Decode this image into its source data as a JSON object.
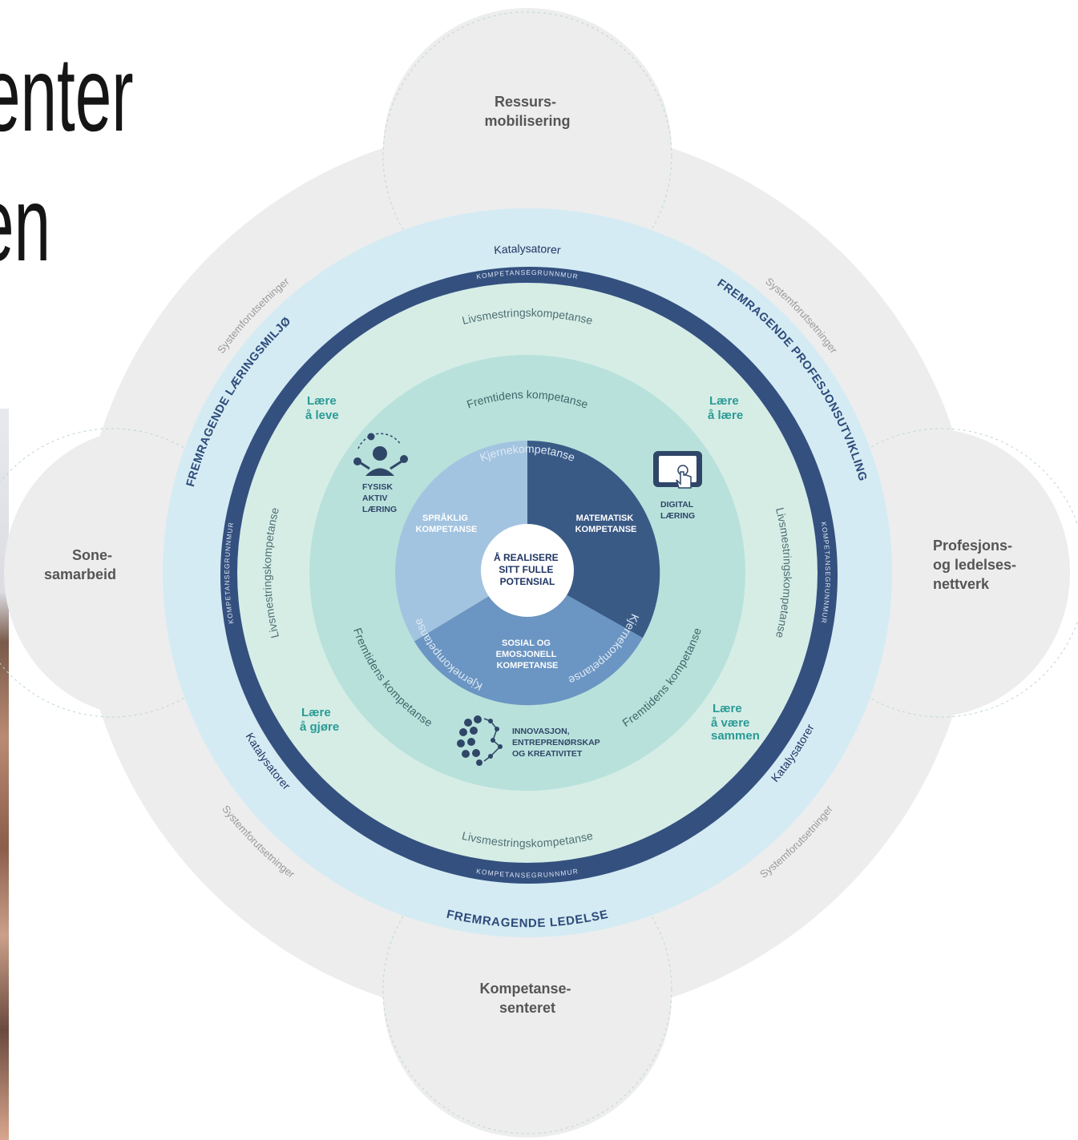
{
  "heading": {
    "line1": "enter",
    "line2": "en"
  },
  "petals": {
    "top": [
      "Ressurs-",
      "mobilisering"
    ],
    "left": [
      "Sone-",
      "samarbeid"
    ],
    "right": [
      "Profesjons-",
      "og ledelses-",
      "nettverk"
    ],
    "bottom": [
      "Kompetanse-",
      "senteret"
    ]
  },
  "outer_ring": {
    "top_left": "FREMRAGENDE LÆRINGSMILJØ",
    "top_right": "FREMRAGENDE PROFESJONSUTVIKLING",
    "bottom": "FREMRAGENDE LEDELSE"
  },
  "systemforutsetninger": "Systemforutsetninger",
  "katalysatorer": "Katalysatorer",
  "kompetansegrunnmur": "KOMPETANSEGRUNNMUR",
  "livsmestringskompetanse": "Livsmestringskompetanse",
  "fremtidens_kompetanse": "Fremtidens kompetanse",
  "kjernekompetanse": "Kjernekompetanse",
  "laere": {
    "leve": [
      "Lære",
      "å leve"
    ],
    "laere": [
      "Lære",
      "å lære"
    ],
    "gjore": [
      "Lære",
      "å gjøre"
    ],
    "sammen": [
      "Lære",
      "å være",
      "sammen"
    ]
  },
  "icons": {
    "fysisk": [
      "FYSISK",
      "AKTIV",
      "LÆRING"
    ],
    "digital": [
      "DIGITAL",
      "LÆRING"
    ],
    "innovasjon": [
      "INNOVASJON,",
      "ENTREPRENØRSKAP",
      "OG KREATIVITET"
    ]
  },
  "segments": {
    "spraklig": [
      "SPRÅKLIG",
      "KOMPETANSE"
    ],
    "matematisk": [
      "MATEMATISK",
      "KOMPETANSE"
    ],
    "sosial": [
      "SOSIAL OG",
      "EMOSJONELL",
      "KOMPETANSE"
    ]
  },
  "center": [
    "Å REALISERE",
    "SITT FULLE",
    "POTENSIAL"
  ],
  "colors": {
    "petal": "#ededed",
    "outer_band": "#d4ebf3",
    "mur_ring": "#34507f",
    "livs_band": "#d6ede6",
    "fremtid_band": "#b8e1db",
    "spraklig": "#a3c4e0",
    "matematisk": "#3a5a86",
    "sosial": "#6b95c2",
    "accent_teal": "#2a9a95"
  }
}
